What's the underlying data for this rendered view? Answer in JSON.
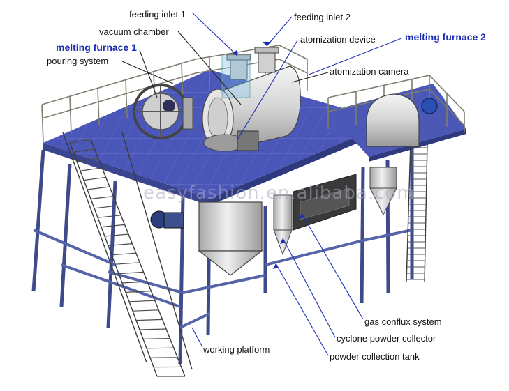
{
  "labels": {
    "feeding_inlet_1": "feeding inlet 1",
    "feeding_inlet_2": "feeding inlet 2",
    "vacuum_chamber": "vacuum chamber",
    "atomization_device": "atomization device",
    "melting_furnace_1": "melting furnace  1",
    "melting_furnace_2": "melting furnace 2",
    "pouring_system": "pouring system",
    "atomization_camera": "atomization camera",
    "gas_conflux_system": "gas conflux system",
    "cyclone_powder_collector": "cyclone powder collector",
    "working_platform": "working platform",
    "powder_collection_tank": "powder collection tank"
  },
  "watermark": "easyfashion.en.alibaba.com",
  "colors": {
    "platform_fill": "#4a57b8",
    "steel_frame": "#4d5a9c",
    "railing": "#8a8a7a",
    "vessel": "#d9d9d9",
    "leader_line_blue": "#1c2fb0",
    "leader_line_dark": "#222222"
  }
}
